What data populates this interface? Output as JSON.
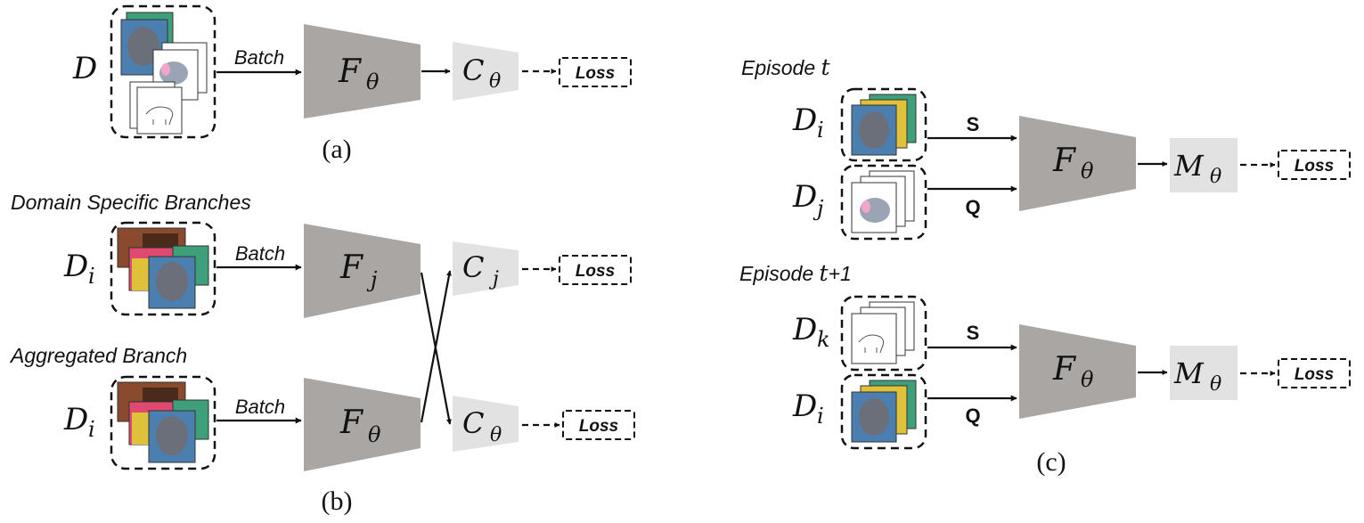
{
  "colors": {
    "encoder": "#a9a6a4",
    "head": "#e2e2e2",
    "line": "#111111",
    "photo_blue": "#4a7fb0",
    "photo_green": "#3ea07a",
    "cartoon_grey": "#9aa4b4"
  },
  "icons": [
    "elephant-photo-icon",
    "elephant-cartoon-icon",
    "elephant-sketch-icon",
    "painting-stack-icon"
  ],
  "panel_a": {
    "caption": "(a)",
    "dataset": {
      "main": "D",
      "sub": ""
    },
    "edge_label": "Batch",
    "encoder": {
      "main": "F",
      "sub": "θ"
    },
    "head": {
      "main": "C",
      "sub": "θ"
    },
    "loss": "Loss"
  },
  "panel_b": {
    "caption": "(b)",
    "specific": {
      "title": "Domain Specific Branches",
      "dataset": {
        "main": "D",
        "sub": "i"
      },
      "edge_label": "Batch",
      "encoder": {
        "main": "F",
        "sub": "j"
      },
      "head": {
        "main": "C",
        "sub": "j"
      },
      "loss": "Loss"
    },
    "aggregated": {
      "title": "Aggregated Branch",
      "dataset": {
        "main": "D",
        "sub": "i"
      },
      "edge_label": "Batch",
      "encoder": {
        "main": "F",
        "sub": "θ"
      },
      "head": {
        "main": "C",
        "sub": "θ"
      },
      "loss": "Loss"
    }
  },
  "panel_c": {
    "caption": "(c)",
    "episode_t": {
      "title_prefix": "Episode",
      "title_var": "t",
      "support": {
        "main": "D",
        "sub": "i",
        "edge_label": "S"
      },
      "query": {
        "main": "D",
        "sub": "j",
        "edge_label": "Q"
      },
      "encoder": {
        "main": "F",
        "sub": "θ"
      },
      "head": {
        "main": "M",
        "sub": "θ"
      },
      "loss": "Loss"
    },
    "episode_t1": {
      "title_prefix": "Episode",
      "title_var": "t",
      "title_suffix": "+1",
      "support": {
        "main": "D",
        "sub": "k",
        "edge_label": "S"
      },
      "query": {
        "main": "D",
        "sub": "i",
        "edge_label": "Q"
      },
      "encoder": {
        "main": "F",
        "sub": "θ"
      },
      "head": {
        "main": "M",
        "sub": "θ"
      },
      "loss": "Loss"
    }
  }
}
